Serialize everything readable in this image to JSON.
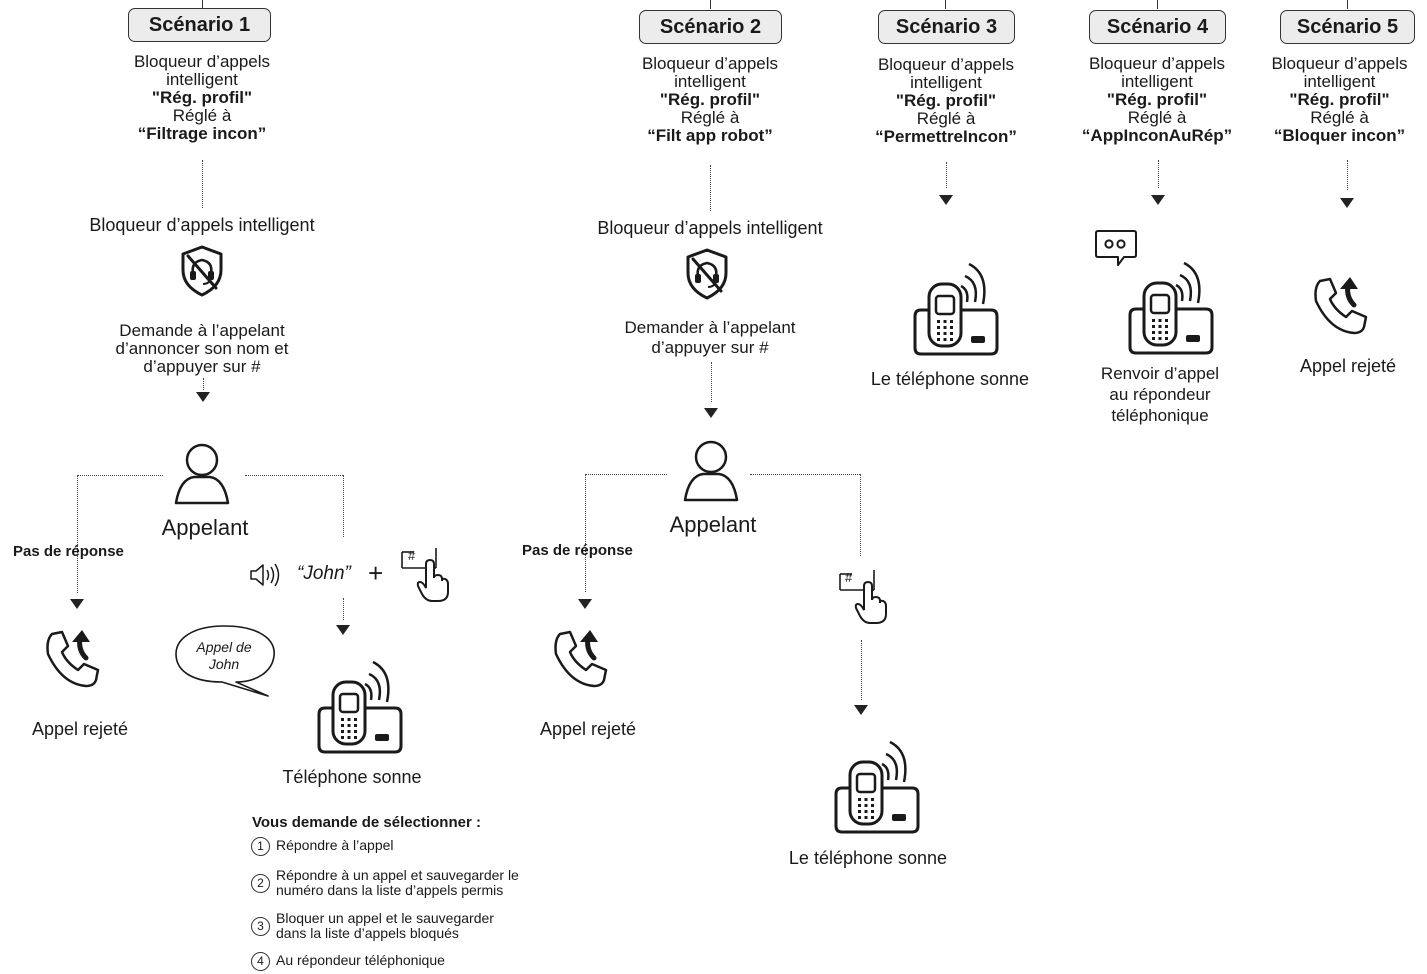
{
  "scenarios": [
    {
      "title": "Scénario 1",
      "line1": "Bloqueur d’appels",
      "line2": "intelligent",
      "profile": "\"Rég. profil\"",
      "set": "Réglé à",
      "mode": "“Filtrage incon”"
    },
    {
      "title": "Scénario 2",
      "line1": "Bloqueur d’appels",
      "line2": "intelligent",
      "profile": "\"Rég. profil\"",
      "set": "Réglé à",
      "mode": "“Filt app robot”"
    },
    {
      "title": "Scénario 3",
      "line1": "Bloqueur d’appels",
      "line2": "intelligent",
      "profile": "\"Rég. profil\"",
      "set": "Réglé à",
      "mode": "“PermettreIncon”"
    },
    {
      "title": "Scénario 4",
      "line1": "Bloqueur d’appels",
      "line2": "intelligent",
      "profile": "\"Rég. profil\"",
      "set": "Réglé à",
      "mode": "“AppInconAuRép”"
    },
    {
      "title": "Scénario 5",
      "line1": "Bloqueur d’appels",
      "line2": "intelligent",
      "profile": "\"Rég. profil\"",
      "set": "Réglé à",
      "mode": "“Bloquer incon”"
    }
  ],
  "s1": {
    "blocker_label": "Bloqueur d’appels intelligent",
    "prompt_l1": "Demande à l’appelant",
    "prompt_l2": "d’annoncer son nom et",
    "prompt_l3": "d’appuyer sur #",
    "caller": "Appelant",
    "no_answer": "Pas de réponse",
    "rejected": "Appel rejeté",
    "john": "“John”",
    "plus": "+",
    "bubble_l1": "Appel de",
    "bubble_l2": "John",
    "rings": "Téléphone sonne",
    "hash": "#"
  },
  "s2": {
    "blocker_label": "Bloqueur d’appels intelligent",
    "prompt_l1": "Demander à l’appelant",
    "prompt_l2": "d’appuyer sur  #",
    "caller": "Appelant",
    "no_answer": "Pas de réponse",
    "rejected": "Appel rejeté",
    "rings": "Le téléphone sonne",
    "hash": "#"
  },
  "s3": {
    "rings": "Le téléphone sonne"
  },
  "s4": {
    "result_l1": "Renvoir d’appel",
    "result_l2": "au répondeur",
    "result_l3": "téléphonique"
  },
  "s5": {
    "rejected": "Appel rejeté"
  },
  "options": {
    "title": "Vous demande de sélectionner :",
    "items": [
      {
        "num": "1",
        "l1": "Répondre à l’appel",
        "l2": ""
      },
      {
        "num": "2",
        "l1": "Répondre à un appel et sauvegarder le",
        "l2": "numéro dans la liste d’appels permis"
      },
      {
        "num": "3",
        "l1": "Bloquer un appel et le sauvegarder",
        "l2": "dans la liste d’appels bloqués"
      },
      {
        "num": "4",
        "l1": "Au répondeur téléphonique",
        "l2": ""
      }
    ]
  }
}
